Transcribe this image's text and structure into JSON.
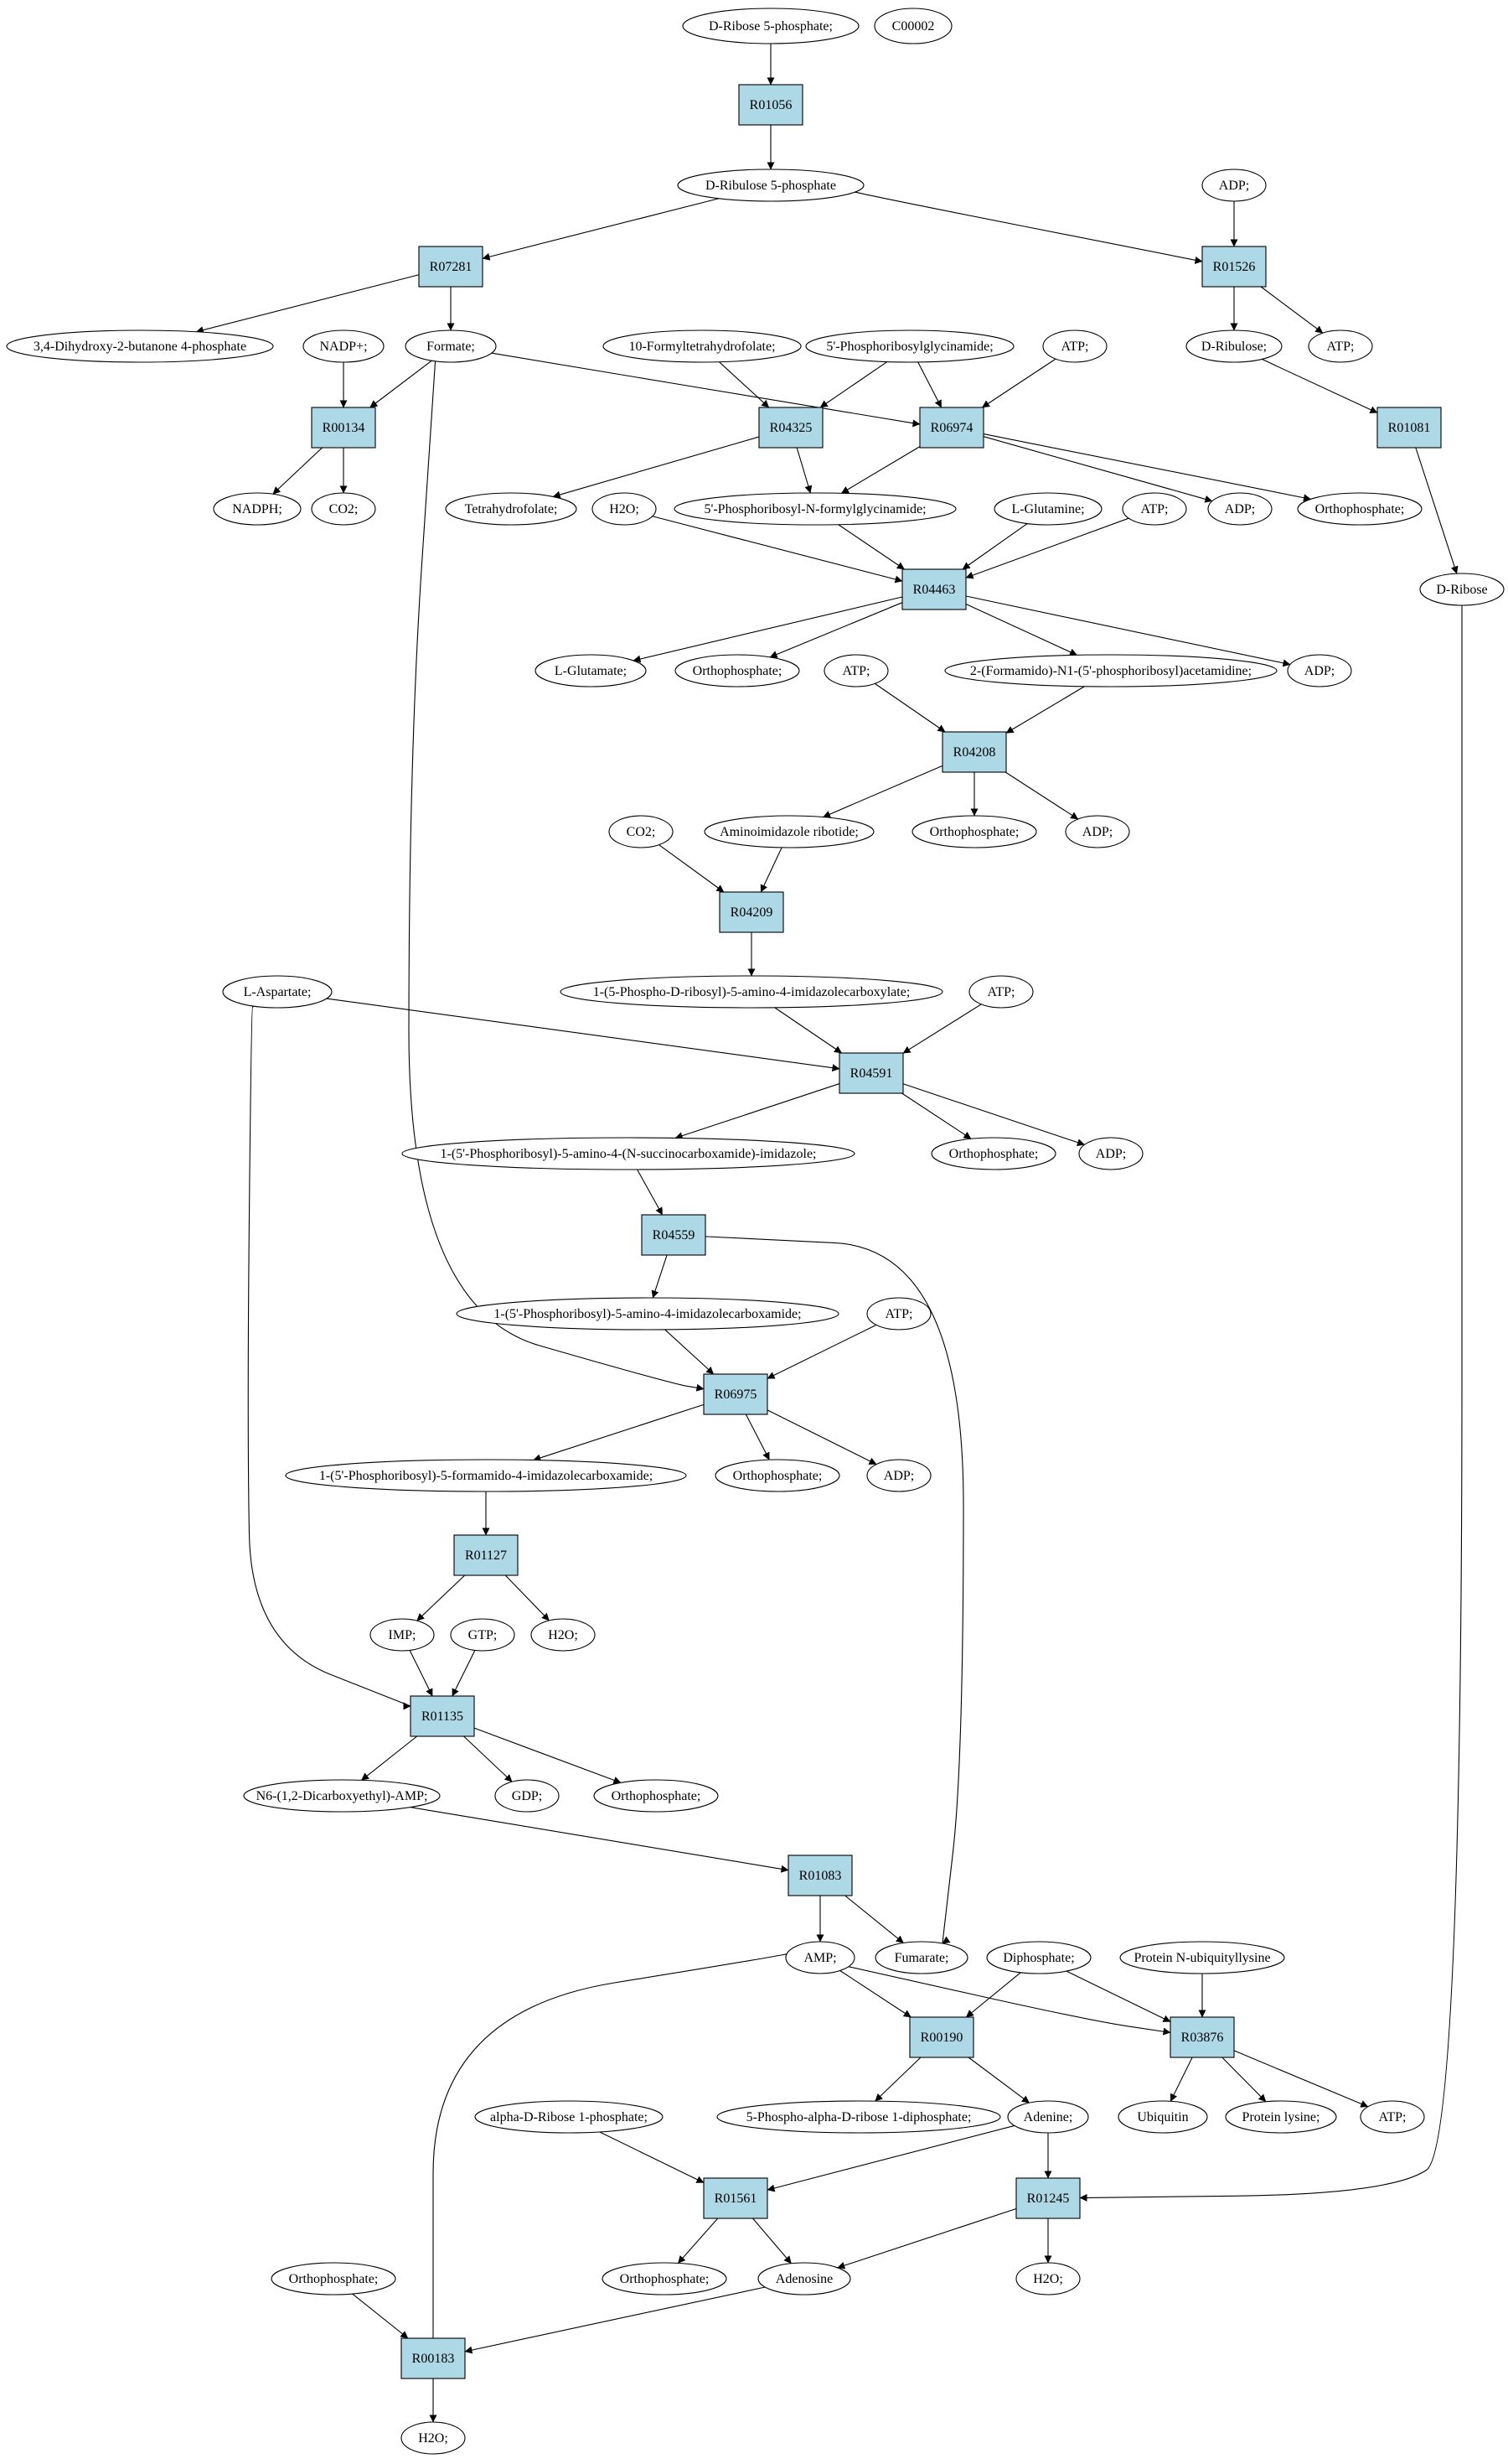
{
  "colors": {
    "reaction_fill": "#add8e6",
    "start_compound_fill": "#00ff00",
    "pathway_id_fill": "#ffff00",
    "compound_fill": "#ffffff",
    "stroke": "#000000"
  },
  "nodes": [
    {
      "id": "n_dr5p",
      "kind": "start",
      "label": "D-Ribose 5-phosphate;"
    },
    {
      "id": "n_c00002",
      "kind": "pathway",
      "label": "C00002"
    },
    {
      "id": "n_r01056",
      "kind": "reaction",
      "label": "R01056"
    },
    {
      "id": "n_dru5p",
      "kind": "compound",
      "label": "D-Ribulose 5-phosphate"
    },
    {
      "id": "n_adp1",
      "kind": "compound",
      "label": "ADP;"
    },
    {
      "id": "n_r07281",
      "kind": "reaction",
      "label": "R07281"
    },
    {
      "id": "n_r01526",
      "kind": "reaction",
      "label": "R01526"
    },
    {
      "id": "n_dhbp",
      "kind": "compound",
      "label": "3,4-Dihydroxy-2-butanone 4-phosphate"
    },
    {
      "id": "n_nadp",
      "kind": "compound",
      "label": "NADP+;"
    },
    {
      "id": "n_formate",
      "kind": "compound",
      "label": "Formate;"
    },
    {
      "id": "n_10fthf",
      "kind": "compound",
      "label": "10-Formyltetrahydrofolate;"
    },
    {
      "id": "n_5prg",
      "kind": "compound",
      "label": "5'-Phosphoribosylglycinamide;"
    },
    {
      "id": "n_atp1",
      "kind": "compound",
      "label": "ATP;"
    },
    {
      "id": "n_dribulose",
      "kind": "compound",
      "label": "D-Ribulose;"
    },
    {
      "id": "n_atp2",
      "kind": "compound",
      "label": "ATP;"
    },
    {
      "id": "n_r00134",
      "kind": "reaction",
      "label": "R00134"
    },
    {
      "id": "n_r04325",
      "kind": "reaction",
      "label": "R04325"
    },
    {
      "id": "n_r06974",
      "kind": "reaction",
      "label": "R06974"
    },
    {
      "id": "n_r01081",
      "kind": "reaction",
      "label": "R01081"
    },
    {
      "id": "n_nadph",
      "kind": "compound",
      "label": "NADPH;"
    },
    {
      "id": "n_co2a",
      "kind": "compound",
      "label": "CO2;"
    },
    {
      "id": "n_thf",
      "kind": "compound",
      "label": "Tetrahydrofolate;"
    },
    {
      "id": "n_h2o1",
      "kind": "compound",
      "label": "H2O;"
    },
    {
      "id": "n_fgar",
      "kind": "compound",
      "label": "5'-Phosphoribosyl-N-formylglycinamide;"
    },
    {
      "id": "n_lgln",
      "kind": "compound",
      "label": "L-Glutamine;"
    },
    {
      "id": "n_atp3",
      "kind": "compound",
      "label": "ATP;"
    },
    {
      "id": "n_adp2",
      "kind": "compound",
      "label": "ADP;"
    },
    {
      "id": "n_pi1",
      "kind": "compound",
      "label": "Orthophosphate;"
    },
    {
      "id": "n_dribose",
      "kind": "compound",
      "label": "D-Ribose"
    },
    {
      "id": "n_r04463",
      "kind": "reaction",
      "label": "R04463"
    },
    {
      "id": "n_lglu",
      "kind": "compound",
      "label": "L-Glutamate;"
    },
    {
      "id": "n_pi2",
      "kind": "compound",
      "label": "Orthophosphate;"
    },
    {
      "id": "n_fgam",
      "kind": "compound",
      "label": "2-(Formamido)-N1-(5'-phosphoribosyl)acetamidine;"
    },
    {
      "id": "n_adp3",
      "kind": "compound",
      "label": "ADP;"
    },
    {
      "id": "n_atp4",
      "kind": "compound",
      "label": "ATP;"
    },
    {
      "id": "n_r04208",
      "kind": "reaction",
      "label": "R04208"
    },
    {
      "id": "n_co2b",
      "kind": "compound",
      "label": "CO2;"
    },
    {
      "id": "n_air",
      "kind": "compound",
      "label": "Aminoimidazole ribotide;"
    },
    {
      "id": "n_pi3",
      "kind": "compound",
      "label": "Orthophosphate;"
    },
    {
      "id": "n_adp4",
      "kind": "compound",
      "label": "ADP;"
    },
    {
      "id": "n_r04209",
      "kind": "reaction",
      "label": "R04209"
    },
    {
      "id": "n_laspartate",
      "kind": "compound",
      "label": "L-Aspartate;"
    },
    {
      "id": "n_cair",
      "kind": "compound",
      "label": "1-(5-Phospho-D-ribosyl)-5-amino-4-imidazolecarboxylate;"
    },
    {
      "id": "n_atp5",
      "kind": "compound",
      "label": "ATP;"
    },
    {
      "id": "n_r04591",
      "kind": "reaction",
      "label": "R04591"
    },
    {
      "id": "n_saicar",
      "kind": "compound",
      "label": "1-(5'-Phosphoribosyl)-5-amino-4-(N-succinocarboxamide)-imidazole;"
    },
    {
      "id": "n_pi4",
      "kind": "compound",
      "label": "Orthophosphate;"
    },
    {
      "id": "n_adp5",
      "kind": "compound",
      "label": "ADP;"
    },
    {
      "id": "n_r04559",
      "kind": "reaction",
      "label": "R04559"
    },
    {
      "id": "n_aicar",
      "kind": "compound",
      "label": "1-(5'-Phosphoribosyl)-5-amino-4-imidazolecarboxamide;"
    },
    {
      "id": "n_atp6",
      "kind": "compound",
      "label": "ATP;"
    },
    {
      "id": "n_r06975",
      "kind": "reaction",
      "label": "R06975"
    },
    {
      "id": "n_faicar",
      "kind": "compound",
      "label": "1-(5'-Phosphoribosyl)-5-formamido-4-imidazolecarboxamide;"
    },
    {
      "id": "n_pi5",
      "kind": "compound",
      "label": "Orthophosphate;"
    },
    {
      "id": "n_adp6",
      "kind": "compound",
      "label": "ADP;"
    },
    {
      "id": "n_r01127",
      "kind": "reaction",
      "label": "R01127"
    },
    {
      "id": "n_imp",
      "kind": "compound",
      "label": "IMP;"
    },
    {
      "id": "n_gtp",
      "kind": "compound",
      "label": "GTP;"
    },
    {
      "id": "n_h2o2",
      "kind": "compound",
      "label": "H2O;"
    },
    {
      "id": "n_r01135",
      "kind": "reaction",
      "label": "R01135"
    },
    {
      "id": "n_sampa",
      "kind": "compound",
      "label": "N6-(1,2-Dicarboxyethyl)-AMP;"
    },
    {
      "id": "n_gdp",
      "kind": "compound",
      "label": "GDP;"
    },
    {
      "id": "n_pi6",
      "kind": "compound",
      "label": "Orthophosphate;"
    },
    {
      "id": "n_r01083",
      "kind": "reaction",
      "label": "R01083"
    },
    {
      "id": "n_amp",
      "kind": "compound",
      "label": "AMP;"
    },
    {
      "id": "n_fumarate",
      "kind": "compound",
      "label": "Fumarate;"
    },
    {
      "id": "n_ppi",
      "kind": "compound",
      "label": "Diphosphate;"
    },
    {
      "id": "n_pnul",
      "kind": "compound",
      "label": "Protein N-ubiquityllysine"
    },
    {
      "id": "n_r00190",
      "kind": "reaction",
      "label": "R00190"
    },
    {
      "id": "n_r03876",
      "kind": "reaction",
      "label": "R03876"
    },
    {
      "id": "n_adr1p",
      "kind": "compound",
      "label": "alpha-D-Ribose 1-phosphate;"
    },
    {
      "id": "n_prpp",
      "kind": "compound",
      "label": "5-Phospho-alpha-D-ribose 1-diphosphate;"
    },
    {
      "id": "n_adenine",
      "kind": "compound",
      "label": "Adenine;"
    },
    {
      "id": "n_ubiquitin",
      "kind": "compound",
      "label": "Ubiquitin"
    },
    {
      "id": "n_plys",
      "kind": "compound",
      "label": "Protein lysine;"
    },
    {
      "id": "n_atp7",
      "kind": "compound",
      "label": "ATP;"
    },
    {
      "id": "n_r01561",
      "kind": "reaction",
      "label": "R01561"
    },
    {
      "id": "n_r01245",
      "kind": "reaction",
      "label": "R01245"
    },
    {
      "id": "n_pi7",
      "kind": "compound",
      "label": "Orthophosphate;"
    },
    {
      "id": "n_pi8",
      "kind": "compound",
      "label": "Orthophosphate;"
    },
    {
      "id": "n_adenosine",
      "kind": "compound",
      "label": "Adenosine"
    },
    {
      "id": "n_h2o3",
      "kind": "compound",
      "label": "H2O;"
    },
    {
      "id": "n_r00183",
      "kind": "reaction",
      "label": "R00183"
    },
    {
      "id": "n_h2o4",
      "kind": "compound",
      "label": "H2O;"
    }
  ],
  "edges": [
    [
      "n_dr5p",
      "n_r01056"
    ],
    [
      "n_r01056",
      "n_dru5p"
    ],
    [
      "n_dru5p",
      "n_r07281"
    ],
    [
      "n_dru5p",
      "n_r01526"
    ],
    [
      "n_adp1",
      "n_r01526"
    ],
    [
      "n_r07281",
      "n_dhbp"
    ],
    [
      "n_r07281",
      "n_formate"
    ],
    [
      "n_r01526",
      "n_dribulose"
    ],
    [
      "n_r01526",
      "n_atp2"
    ],
    [
      "n_nadp",
      "n_r00134"
    ],
    [
      "n_formate",
      "n_r00134"
    ],
    [
      "n_formate",
      "n_r06974"
    ],
    [
      "n_formate",
      "n_r06975"
    ],
    [
      "n_10fthf",
      "n_r04325"
    ],
    [
      "n_5prg",
      "n_r04325"
    ],
    [
      "n_5prg",
      "n_r06974"
    ],
    [
      "n_atp1",
      "n_r06974"
    ],
    [
      "n_dribulose",
      "n_r01081"
    ],
    [
      "n_r00134",
      "n_nadph"
    ],
    [
      "n_r00134",
      "n_co2a"
    ],
    [
      "n_r04325",
      "n_thf"
    ],
    [
      "n_r04325",
      "n_fgar"
    ],
    [
      "n_r06974",
      "n_fgar"
    ],
    [
      "n_r06974",
      "n_adp2"
    ],
    [
      "n_r06974",
      "n_pi1"
    ],
    [
      "n_r01081",
      "n_dribose"
    ],
    [
      "n_h2o1",
      "n_r04463"
    ],
    [
      "n_fgar",
      "n_r04463"
    ],
    [
      "n_lgln",
      "n_r04463"
    ],
    [
      "n_atp3",
      "n_r04463"
    ],
    [
      "n_r04463",
      "n_lglu"
    ],
    [
      "n_r04463",
      "n_pi2"
    ],
    [
      "n_r04463",
      "n_fgam"
    ],
    [
      "n_r04463",
      "n_adp3"
    ],
    [
      "n_atp4",
      "n_r04208"
    ],
    [
      "n_fgam",
      "n_r04208"
    ],
    [
      "n_r04208",
      "n_air"
    ],
    [
      "n_r04208",
      "n_pi3"
    ],
    [
      "n_r04208",
      "n_adp4"
    ],
    [
      "n_co2b",
      "n_r04209"
    ],
    [
      "n_air",
      "n_r04209"
    ],
    [
      "n_r04209",
      "n_cair"
    ],
    [
      "n_laspartate",
      "n_r04591"
    ],
    [
      "n_laspartate",
      "n_r01135"
    ],
    [
      "n_cair",
      "n_r04591"
    ],
    [
      "n_atp5",
      "n_r04591"
    ],
    [
      "n_r04591",
      "n_saicar"
    ],
    [
      "n_r04591",
      "n_pi4"
    ],
    [
      "n_r04591",
      "n_adp5"
    ],
    [
      "n_saicar",
      "n_r04559"
    ],
    [
      "n_r04559",
      "n_aicar"
    ],
    [
      "n_r04559",
      "n_fumarate"
    ],
    [
      "n_aicar",
      "n_r06975"
    ],
    [
      "n_atp6",
      "n_r06975"
    ],
    [
      "n_r06975",
      "n_faicar"
    ],
    [
      "n_r06975",
      "n_pi5"
    ],
    [
      "n_r06975",
      "n_adp6"
    ],
    [
      "n_faicar",
      "n_r01127"
    ],
    [
      "n_r01127",
      "n_imp"
    ],
    [
      "n_r01127",
      "n_h2o2"
    ],
    [
      "n_imp",
      "n_r01135"
    ],
    [
      "n_gtp",
      "n_r01135"
    ],
    [
      "n_r01135",
      "n_sampa"
    ],
    [
      "n_r01135",
      "n_gdp"
    ],
    [
      "n_r01135",
      "n_pi6"
    ],
    [
      "n_sampa",
      "n_r01083"
    ],
    [
      "n_r01083",
      "n_amp"
    ],
    [
      "n_r01083",
      "n_fumarate"
    ],
    [
      "n_amp",
      "n_r00190"
    ],
    [
      "n_amp",
      "n_r03876"
    ],
    [
      "n_ppi",
      "n_r00190"
    ],
    [
      "n_ppi",
      "n_r03876"
    ],
    [
      "n_pnul",
      "n_r03876"
    ],
    [
      "n_r00190",
      "n_prpp"
    ],
    [
      "n_r00190",
      "n_adenine"
    ],
    [
      "n_r03876",
      "n_ubiquitin"
    ],
    [
      "n_r03876",
      "n_plys"
    ],
    [
      "n_r03876",
      "n_atp7"
    ],
    [
      "n_adr1p",
      "n_r01561"
    ],
    [
      "n_adenine",
      "n_r01561"
    ],
    [
      "n_adenine",
      "n_r01245"
    ],
    [
      "n_dribose",
      "n_r01245"
    ],
    [
      "n_r01561",
      "n_pi7"
    ],
    [
      "n_r01561",
      "n_adenosine"
    ],
    [
      "n_r01245",
      "n_adenosine"
    ],
    [
      "n_r01245",
      "n_h2o3"
    ],
    [
      "n_pi8",
      "n_r00183"
    ],
    [
      "n_adenosine",
      "n_r00183"
    ],
    [
      "n_r00183",
      "n_amp"
    ],
    [
      "n_r00183",
      "n_h2o4"
    ]
  ]
}
